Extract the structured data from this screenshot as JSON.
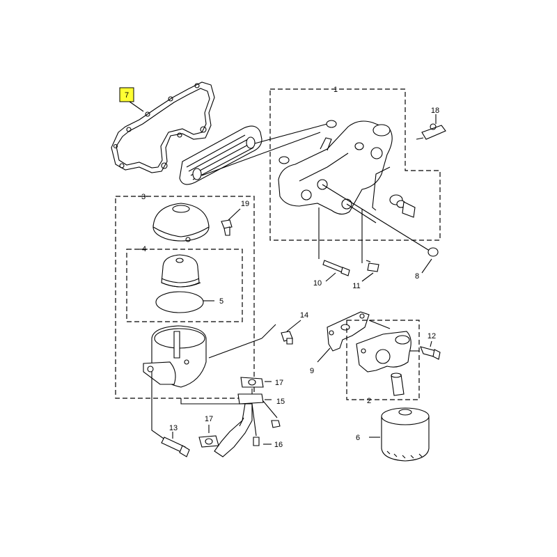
{
  "highlight_color": "#ffff33",
  "highlighted_callout": "7",
  "callouts": {
    "c1": "1",
    "c2": "2",
    "c3": "3",
    "c4": "4",
    "c5": "5",
    "c6": "6",
    "c7": "7",
    "c8": "8",
    "c9": "9",
    "c10": "10",
    "c11": "11",
    "c12": "12",
    "c13": "13",
    "c14": "14",
    "c15": "15",
    "c16": "16",
    "c17a": "17",
    "c17b": "17",
    "c18": "18",
    "c19": "19"
  }
}
